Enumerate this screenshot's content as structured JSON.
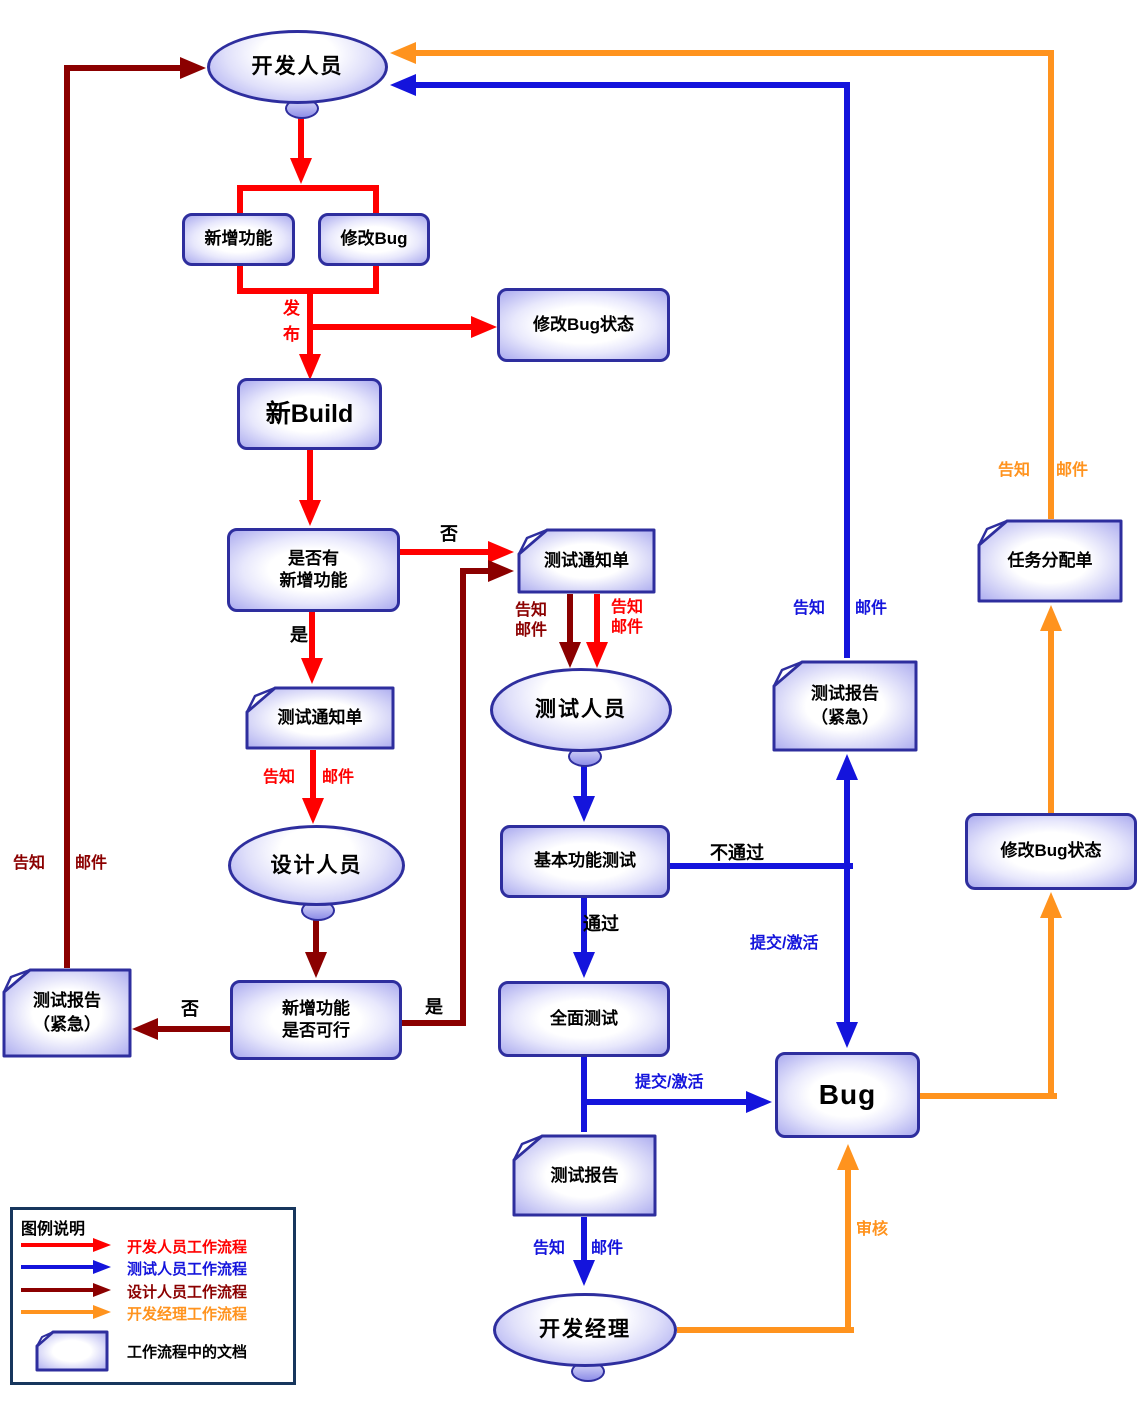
{
  "colors": {
    "developer_flow": "#FF0000",
    "tester_flow": "#1414DC",
    "designer_flow": "#8B0000",
    "manager_flow": "#FF931E",
    "shape_border": "#2E2E9E",
    "shape_fill_edge": "#ABABEF",
    "legend_border": "#17365D"
  },
  "nodes": {
    "developer": "开发人员",
    "tester": "测试人员",
    "designer": "设计人员",
    "manager": "开发经理",
    "new_feature": "新增功能",
    "fix_bug": "修改Bug",
    "modify_bug_status_top": "修改Bug状态",
    "new_build": "新Build",
    "has_new_feature": {
      "line1": "是否有",
      "line2": "新增功能"
    },
    "test_notice_top": "测试通知单",
    "test_notice_left": "测试通知单",
    "basic_test": "基本功能测试",
    "full_test": "全面测试",
    "feature_feasible": {
      "line1": "新增功能",
      "line2": "是否可行"
    },
    "report_urgent_left": {
      "line1": "测试报告",
      "line2": "（紧急）"
    },
    "report_urgent_right": {
      "line1": "测试报告",
      "line2": "（紧急）"
    },
    "test_report": "测试报告",
    "bug": "Bug",
    "modify_bug_status_right": "修改Bug状态",
    "task_assignment": "任务分配单"
  },
  "labels": {
    "publish": "发布",
    "yes": "是",
    "no": "否",
    "notify": "告知",
    "mail": "邮件",
    "pass": "通过",
    "fail": "不通过",
    "submit_activate": "提交/激活",
    "review": "审核"
  },
  "legend": {
    "title": "图例说明",
    "items": [
      {
        "label": "开发人员工作流程",
        "color": "#FF0000"
      },
      {
        "label": "测试人员工作流程",
        "color": "#1414DC"
      },
      {
        "label": "设计人员工作流程",
        "color": "#8B0000"
      },
      {
        "label": "开发经理工作流程",
        "color": "#FF931E"
      }
    ],
    "doc_label": "工作流程中的文档"
  }
}
